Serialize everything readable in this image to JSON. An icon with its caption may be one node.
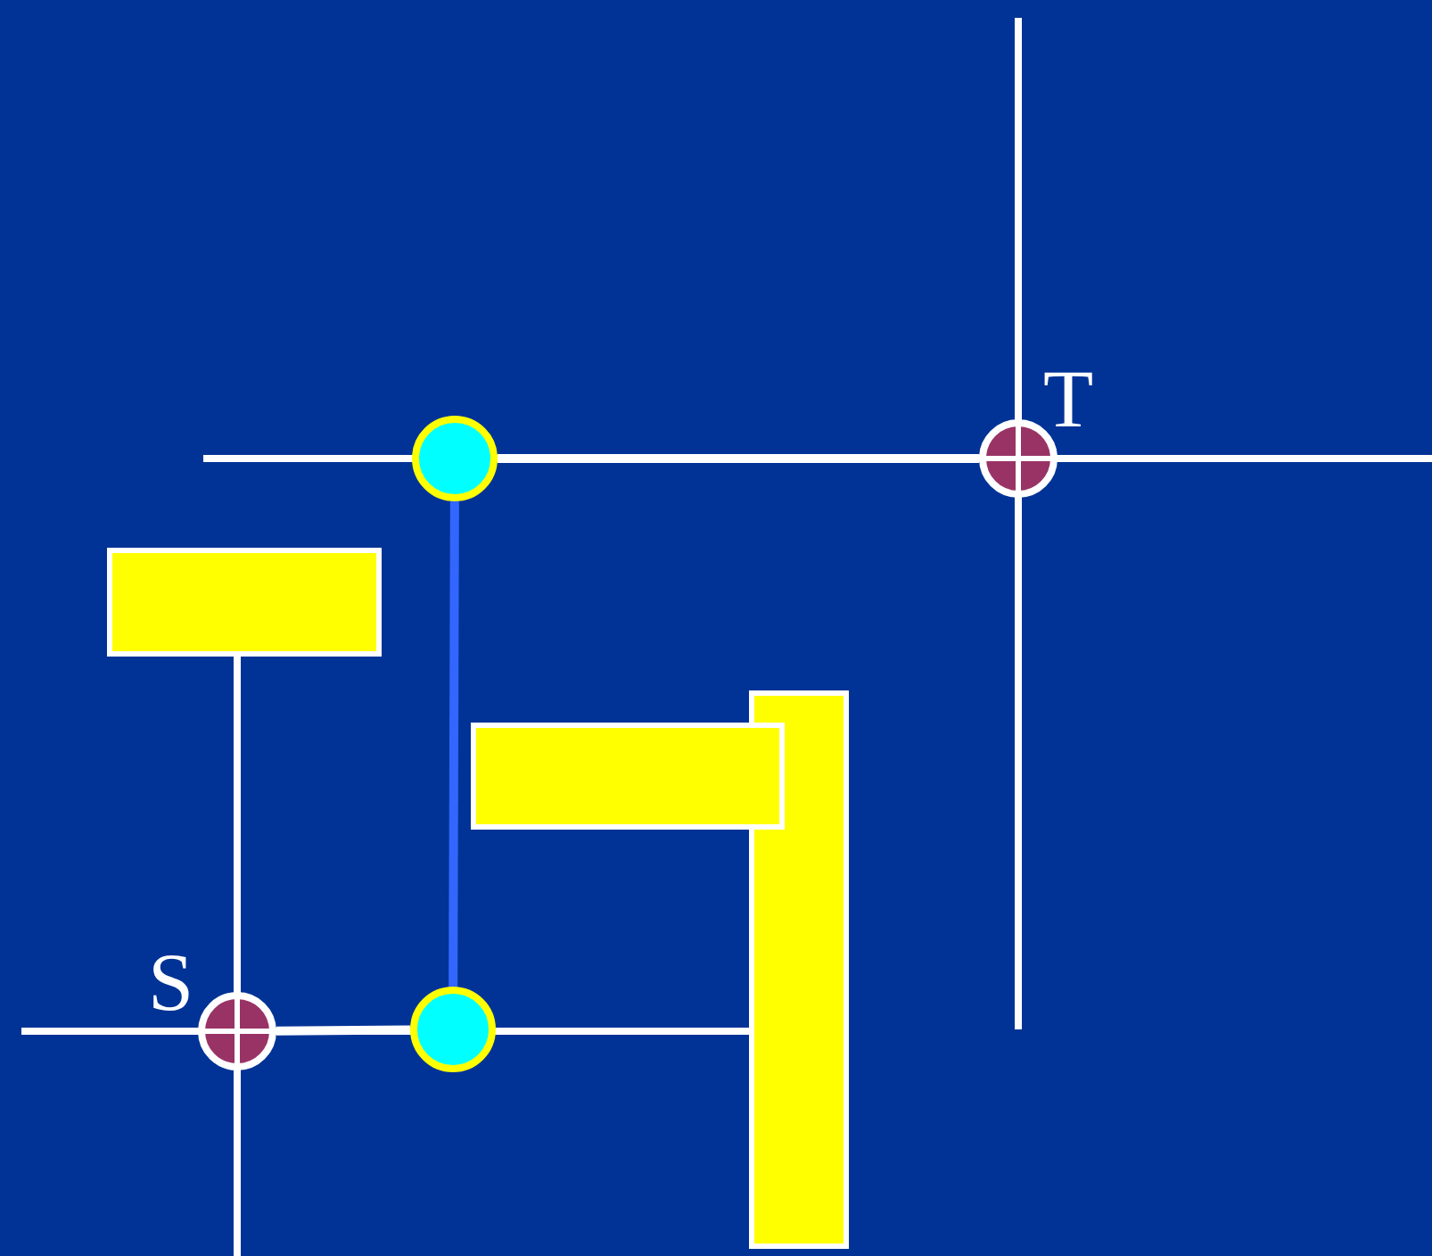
{
  "diagram": {
    "nodes": [
      {
        "text": [],
        "shape": "circle"
      },
      {
        "text": [
          "T"
        ]
      },
      {
        "text": [],
        "shape": "box"
      },
      {
        "text": [],
        "shape": "box"
      },
      {
        "text": [],
        "shape": "box"
      },
      {
        "text": [
          "S"
        ]
      },
      {
        "text": [],
        "shape": "circle"
      }
    ],
    "edges": [
      {
        "from": 0,
        "to": 1,
        "arrow": "none"
      },
      {
        "from": 6,
        "to": 0,
        "arrow": "none",
        "color": "#3366ff"
      },
      {
        "from": 5,
        "to": 6,
        "arrow": "none"
      }
    ]
  }
}
